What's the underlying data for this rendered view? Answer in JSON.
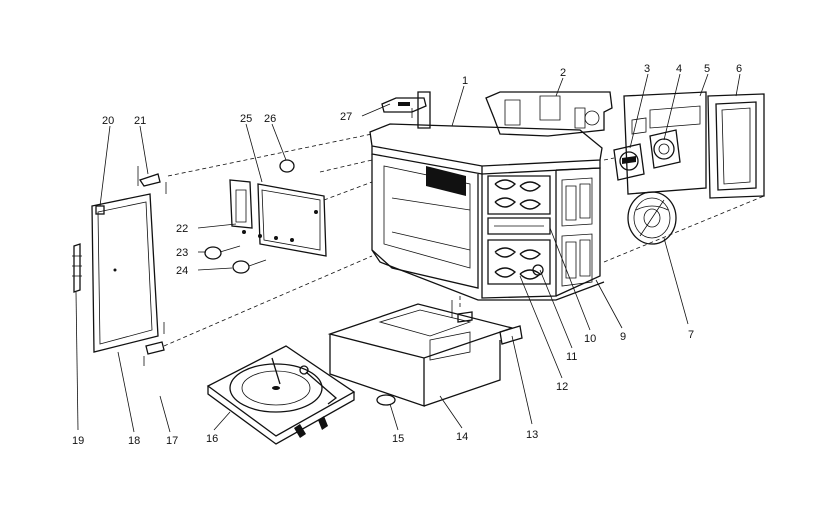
{
  "diagram": {
    "callouts": [
      {
        "id": "1",
        "text": "1"
      },
      {
        "id": "2",
        "text": "2"
      },
      {
        "id": "3",
        "text": "3"
      },
      {
        "id": "4",
        "text": "4"
      },
      {
        "id": "5",
        "text": "5"
      },
      {
        "id": "6",
        "text": "6"
      },
      {
        "id": "7",
        "text": "7"
      },
      {
        "id": "9",
        "text": "9"
      },
      {
        "id": "10",
        "text": "10"
      },
      {
        "id": "11",
        "text": "11"
      },
      {
        "id": "12",
        "text": "12"
      },
      {
        "id": "13",
        "text": "13"
      },
      {
        "id": "14",
        "text": "14"
      },
      {
        "id": "15",
        "text": "15"
      },
      {
        "id": "16",
        "text": "16"
      },
      {
        "id": "17",
        "text": "17"
      },
      {
        "id": "18",
        "text": "18"
      },
      {
        "id": "19",
        "text": "19"
      },
      {
        "id": "20",
        "text": "20"
      },
      {
        "id": "21",
        "text": "21"
      },
      {
        "id": "22",
        "text": "22"
      },
      {
        "id": "23",
        "text": "23"
      },
      {
        "id": "24",
        "text": "24"
      },
      {
        "id": "25",
        "text": "25"
      },
      {
        "id": "26",
        "text": "26"
      },
      {
        "id": "27",
        "text": "27"
      }
    ]
  }
}
